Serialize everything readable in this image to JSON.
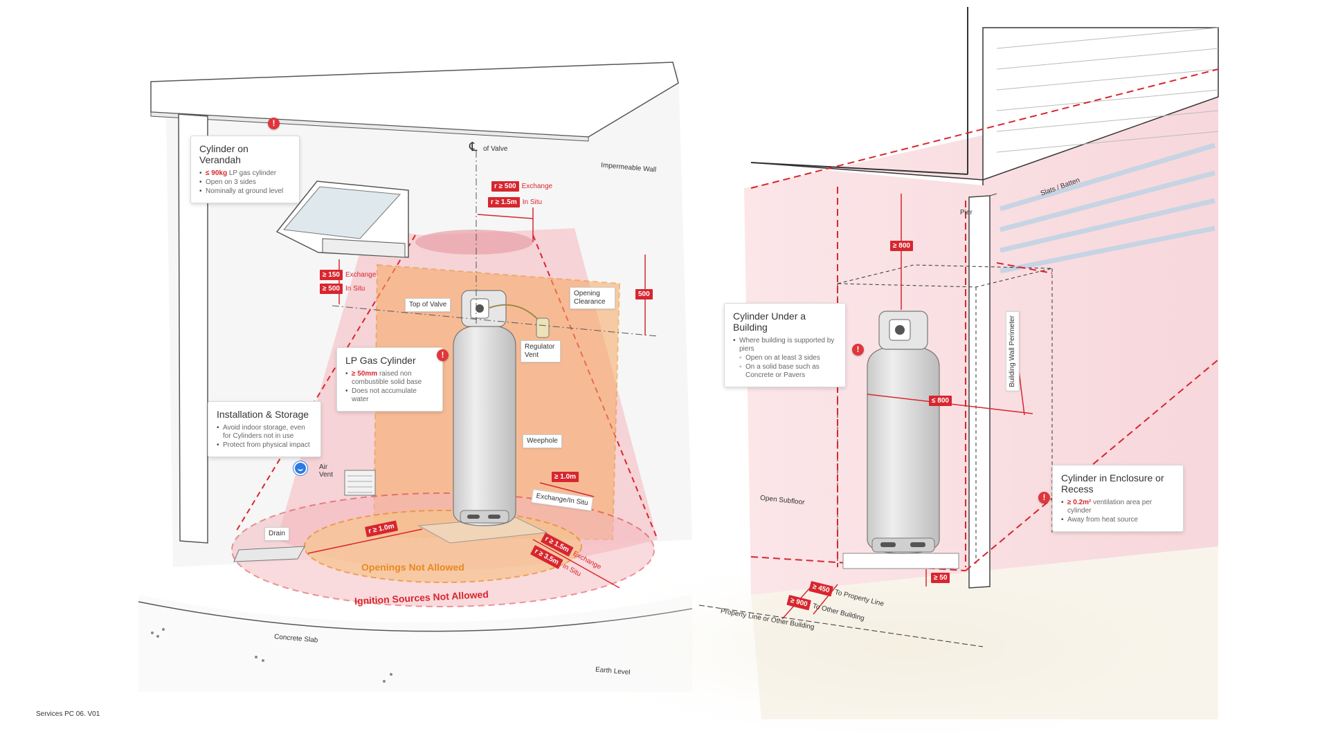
{
  "callouts": {
    "verandah": {
      "title": "Cylinder on Verandah",
      "b1_hl": "≤ 90kg",
      "b1_rest": " LP gas cylinder",
      "b2": "Open on 3 sides",
      "b3": "Nominally at ground level"
    },
    "lp_cylinder": {
      "title": "LP Gas Cylinder",
      "b1_hl": "≥ 50mm",
      "b1_rest": " raised non combustible solid base",
      "b2": "Does not accumulate water"
    },
    "installation": {
      "title": "Installation & Storage",
      "b1": "Avoid indoor storage, even for Cylinders not in use",
      "b2": "Protect from physical impact"
    },
    "under_building": {
      "title": "Cylinder Under a Building",
      "b1": "Where building is supported by piers",
      "s1": "Open on at least 3 sides",
      "s2": "On a solid base such as Concrete or Pavers"
    },
    "enclosure": {
      "title": "Cylinder in Enclosure or Recess",
      "b1_hl": "≥ 0.2m²",
      "b1_rest": " ventilation area per cylinder",
      "b2": "Away from heat source"
    }
  },
  "dimensions": {
    "valve_exchange": {
      "value": "r ≥ 500",
      "label": "Exchange"
    },
    "valve_insitu": {
      "value": "r ≥ 1.5m",
      "label": "In Situ"
    },
    "window_exchange": {
      "value": "≥ 150",
      "label": "Exchange"
    },
    "window_insitu": {
      "value": "≥ 500",
      "label": "In Situ"
    },
    "opening_500": {
      "value": "500"
    },
    "weephole": {
      "value": "≥ 1.0m",
      "label": "Exchange/In Situ"
    },
    "drain": {
      "value": "r ≥ 1.0m"
    },
    "ignition_exchange": {
      "value": "r ≥ 1.5m",
      "label": "Exchange"
    },
    "ignition_insitu": {
      "value": "r ≥ 3.5m",
      "label": "In Situ"
    },
    "under_top": {
      "value": "≥ 800"
    },
    "under_width": {
      "value": "≤ 800"
    },
    "under_base": {
      "value": "≥ 50"
    },
    "property_line": {
      "value": "≥ 450",
      "label": "To Property Line"
    },
    "other_building": {
      "value": "≥ 900",
      "label": "To Other Building"
    }
  },
  "labels": {
    "cl": "℄",
    "of_valve": "of Valve",
    "impermeable_wall": "Impermeable Wall",
    "top_of_valve": "Top of Valve",
    "opening_clearance": "Opening Clearance",
    "regulator_vent": "Regulator Vent",
    "weephole": "Weephole",
    "air_vent": "Air Vent",
    "drain": "Drain",
    "openings_not_allowed": "Openings Not Allowed",
    "ignition_not_allowed": "Ignition Sources Not Allowed",
    "concrete_slab": "Concrete Slab",
    "earth_level": "Earth Level",
    "pier": "Pier",
    "slats_batten": "Slats / Batten",
    "building_wall_perimeter": "Building Wall Perimeter",
    "open_subfloor": "Open Subfloor",
    "property_line_other": "Property Line or Other Building"
  },
  "alert_glyph": "!",
  "footer": "Services PC 06. V01",
  "colors": {
    "accent_red": "#d7262e",
    "orange_zone": "#f7a860",
    "pink_zone": "#f4b6bc",
    "info_blue": "#2c7be5"
  }
}
